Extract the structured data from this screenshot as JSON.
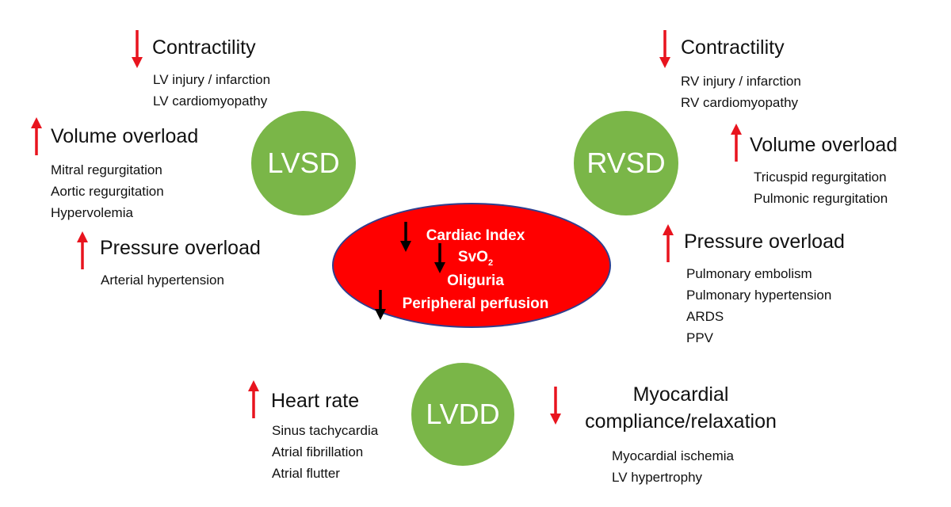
{
  "colors": {
    "circle": "#7ab648",
    "ellipse": "#ff0000",
    "ellipse_border": "#2f3f8f",
    "red_arrow": "#e8141e",
    "black_arrow": "#000000"
  },
  "nodes": {
    "lvsd": "LVSD",
    "rvsd": "RVSD",
    "lvdd": "LVDD"
  },
  "center": {
    "cardiac_index": "Cardiac Index",
    "svo2_main": "SvO",
    "svo2_sub": "2",
    "oliguria": "Oliguria",
    "peripheral_perfusion": "Peripheral perfusion"
  },
  "lv_contractility": {
    "heading": "Contractility",
    "items": [
      "LV injury / infarction",
      "LV cardiomyopathy"
    ]
  },
  "lv_volume": {
    "heading": "Volume overload",
    "items": [
      "Mitral regurgitation",
      "Aortic regurgitation",
      "Hypervolemia"
    ]
  },
  "lv_pressure": {
    "heading": "Pressure overload",
    "items": [
      "Arterial hypertension"
    ]
  },
  "rv_contractility": {
    "heading": "Contractility",
    "items": [
      "RV injury / infarction",
      "RV cardiomyopathy"
    ]
  },
  "rv_volume": {
    "heading": "Volume overload",
    "items": [
      "Tricuspid regurgitation",
      "Pulmonic regurgitation"
    ]
  },
  "rv_pressure": {
    "heading": "Pressure overload",
    "items": [
      "Pulmonary embolism",
      "Pulmonary hypertension",
      "ARDS",
      "PPV"
    ]
  },
  "heart_rate": {
    "heading": "Heart rate",
    "items": [
      "Sinus tachycardia",
      "Atrial fibrillation",
      "Atrial flutter"
    ]
  },
  "myocardial": {
    "heading_line1": "Myocardial",
    "heading_line2": "compliance/relaxation",
    "items": [
      "Myocardial ischemia",
      "LV hypertrophy"
    ]
  }
}
